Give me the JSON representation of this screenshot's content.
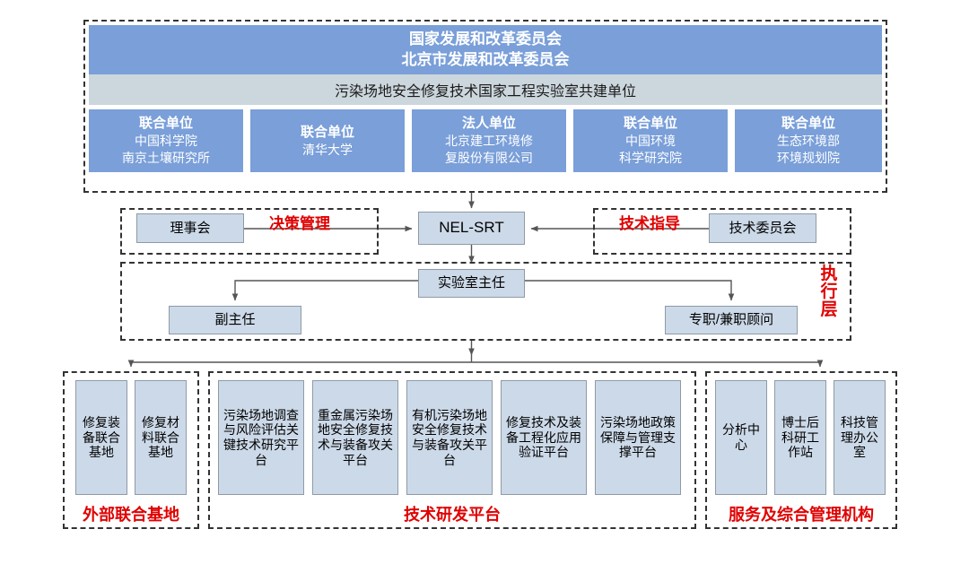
{
  "header": {
    "national_line1": "国家发展和改革委员会",
    "national_line2": "北京市发展和改革委员会",
    "joint_band": "污染场地安全修复技术国家工程实验室共建单位"
  },
  "partners": [
    {
      "role": "联合单位",
      "name_line1": "中国科学院",
      "name_line2": "南京土壤研究所"
    },
    {
      "role": "联合单位",
      "name_line1": "清华大学",
      "name_line2": ""
    },
    {
      "role": "法人单位",
      "name_line1": "北京建工环境修",
      "name_line2": "复股份有限公司"
    },
    {
      "role": "联合单位",
      "name_line1": "中国环境",
      "name_line2": "科学研究院"
    },
    {
      "role": "联合单位",
      "name_line1": "生态环境部",
      "name_line2": "环境规划院"
    }
  ],
  "governance": {
    "council": "理事会",
    "decision_label": "决策管理",
    "center": "NEL-SRT",
    "guidance_label": "技术指导",
    "tech_committee": "技术委员会"
  },
  "executive": {
    "director": "实验室主任",
    "vice_director": "副主任",
    "advisor": "专职/兼职顾问",
    "layer_label": "执行层"
  },
  "groups": [
    {
      "label": "外部联合基地",
      "items": [
        "修复装备联合基地",
        "修复材料联合基地"
      ]
    },
    {
      "label": "技术研发平台",
      "items": [
        "污染场地调查与风险评估关键技术研究平台",
        "重金属污染场地安全修复技术与装备攻关平台",
        "有机污染场地安全修复技术与装备攻关平台",
        "修复技术及装备工程化应用验证平台",
        "污染场地政策保障与管理支撑平台"
      ]
    },
    {
      "label": "服务及综合管理机构",
      "items": [
        "分析中心",
        "博士后科研工作站",
        "科技管理办公室"
      ]
    }
  ],
  "colors": {
    "brand_blue": "#7a9fd9",
    "band_gray": "#ccd6dd",
    "box_fill": "#ccd9e8",
    "accent_red": "#e00000",
    "line": "#555555"
  }
}
